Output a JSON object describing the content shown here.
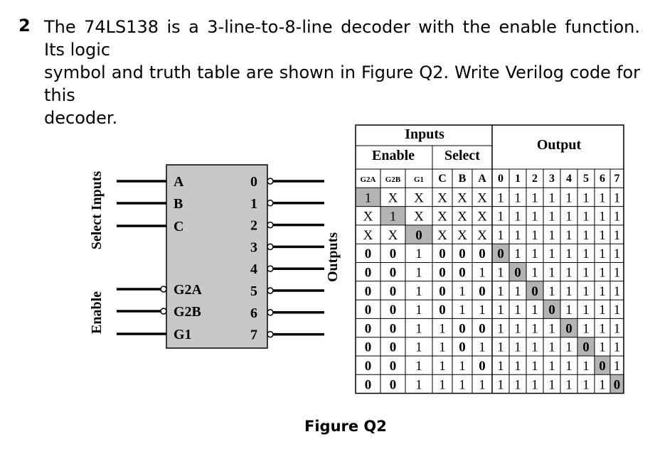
{
  "question": {
    "number": "2",
    "lines": [
      "The 74LS138 is a 3-line-to-8-line decoder with the enable function. Its logic",
      "symbol and truth table are shown in Figure Q2. Write Verilog code for this",
      "decoder."
    ]
  },
  "symbol": {
    "left_labels": [
      "A",
      "B",
      "C",
      "G2A",
      "G2B",
      "G1"
    ],
    "right_labels": [
      "0",
      "1",
      "2",
      "3",
      "4",
      "5",
      "6",
      "7"
    ],
    "select_inputs_label": "Select Inputs",
    "enable_label": "Enable",
    "outputs_label": "Outputs",
    "body_color": "#c8c8c8"
  },
  "truth_table": {
    "inputs_label": "Inputs",
    "enable_label": "Enable",
    "select_label": "Select",
    "output_label": "Output",
    "columns": [
      "G2A",
      "G2B",
      "G1",
      "C",
      "B",
      "A",
      "0",
      "1",
      "2",
      "3",
      "4",
      "5",
      "6",
      "7"
    ],
    "rows": [
      [
        "1",
        "X",
        "X",
        "X",
        "X",
        "X",
        "1",
        "1",
        "1",
        "1",
        "1",
        "1",
        "1",
        "1"
      ],
      [
        "X",
        "1",
        "X",
        "X",
        "X",
        "X",
        "1",
        "1",
        "1",
        "1",
        "1",
        "1",
        "1",
        "1"
      ],
      [
        "X",
        "X",
        "0",
        "X",
        "X",
        "X",
        "1",
        "1",
        "1",
        "1",
        "1",
        "1",
        "1",
        "1"
      ],
      [
        "0",
        "0",
        "1",
        "0",
        "0",
        "0",
        "0",
        "1",
        "1",
        "1",
        "1",
        "1",
        "1",
        "1"
      ],
      [
        "0",
        "0",
        "1",
        "0",
        "0",
        "1",
        "1",
        "0",
        "1",
        "1",
        "1",
        "1",
        "1",
        "1"
      ],
      [
        "0",
        "0",
        "1",
        "0",
        "1",
        "0",
        "1",
        "1",
        "0",
        "1",
        "1",
        "1",
        "1",
        "1"
      ],
      [
        "0",
        "0",
        "1",
        "0",
        "1",
        "1",
        "1",
        "1",
        "1",
        "0",
        "1",
        "1",
        "1",
        "1"
      ],
      [
        "0",
        "0",
        "1",
        "1",
        "0",
        "0",
        "1",
        "1",
        "1",
        "1",
        "0",
        "1",
        "1",
        "1"
      ],
      [
        "0",
        "0",
        "1",
        "1",
        "0",
        "1",
        "1",
        "1",
        "1",
        "1",
        "1",
        "0",
        "1",
        "1"
      ],
      [
        "0",
        "0",
        "1",
        "1",
        "1",
        "0",
        "1",
        "1",
        "1",
        "1",
        "1",
        "1",
        "0",
        "1"
      ],
      [
        "0",
        "0",
        "1",
        "1",
        "1",
        "1",
        "1",
        "1",
        "1",
        "1",
        "1",
        "1",
        "1",
        "0"
      ]
    ],
    "highlight_color": "#b4b4b4"
  },
  "figure_caption": "Figure Q2"
}
